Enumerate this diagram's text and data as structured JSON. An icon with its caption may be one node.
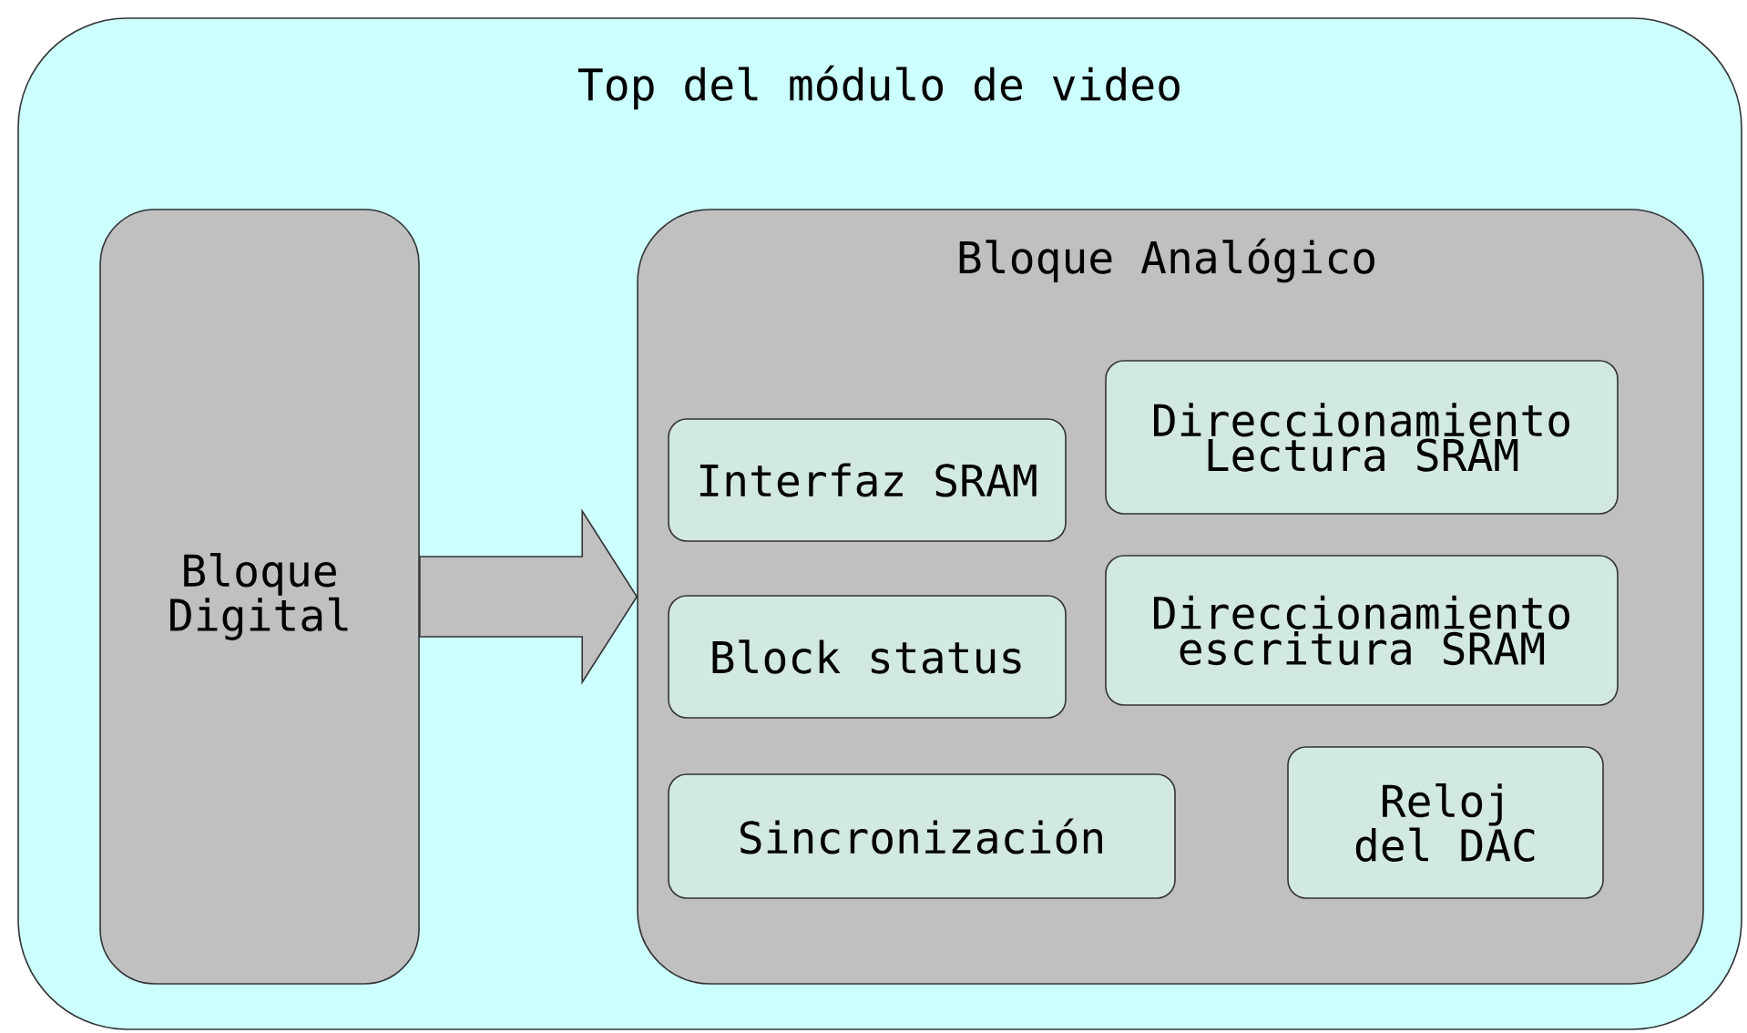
{
  "diagram": {
    "nodes": [
      {
        "text": [
          "Top del módulo de video"
        ]
      },
      {
        "text": [
          "Bloque Digital"
        ],
        "in": 0
      },
      {
        "text": [
          "Bloque Analógico"
        ],
        "in": 0
      },
      {
        "text": [
          "Interfaz SRAM"
        ],
        "in": 2
      },
      {
        "text": [
          "Direccionamiento Lectura SRAM"
        ],
        "in": 2
      },
      {
        "text": [
          "Block status"
        ],
        "in": 2
      },
      {
        "text": [
          "Direccionamiento escritura SRAM"
        ],
        "in": 2
      },
      {
        "text": [
          "Sincronización"
        ],
        "in": 2
      },
      {
        "text": [
          "Reloj del DAC"
        ],
        "in": 2
      }
    ],
    "edges": [
      {
        "from": 1,
        "to": 2,
        "arrow": "to"
      }
    ]
  }
}
